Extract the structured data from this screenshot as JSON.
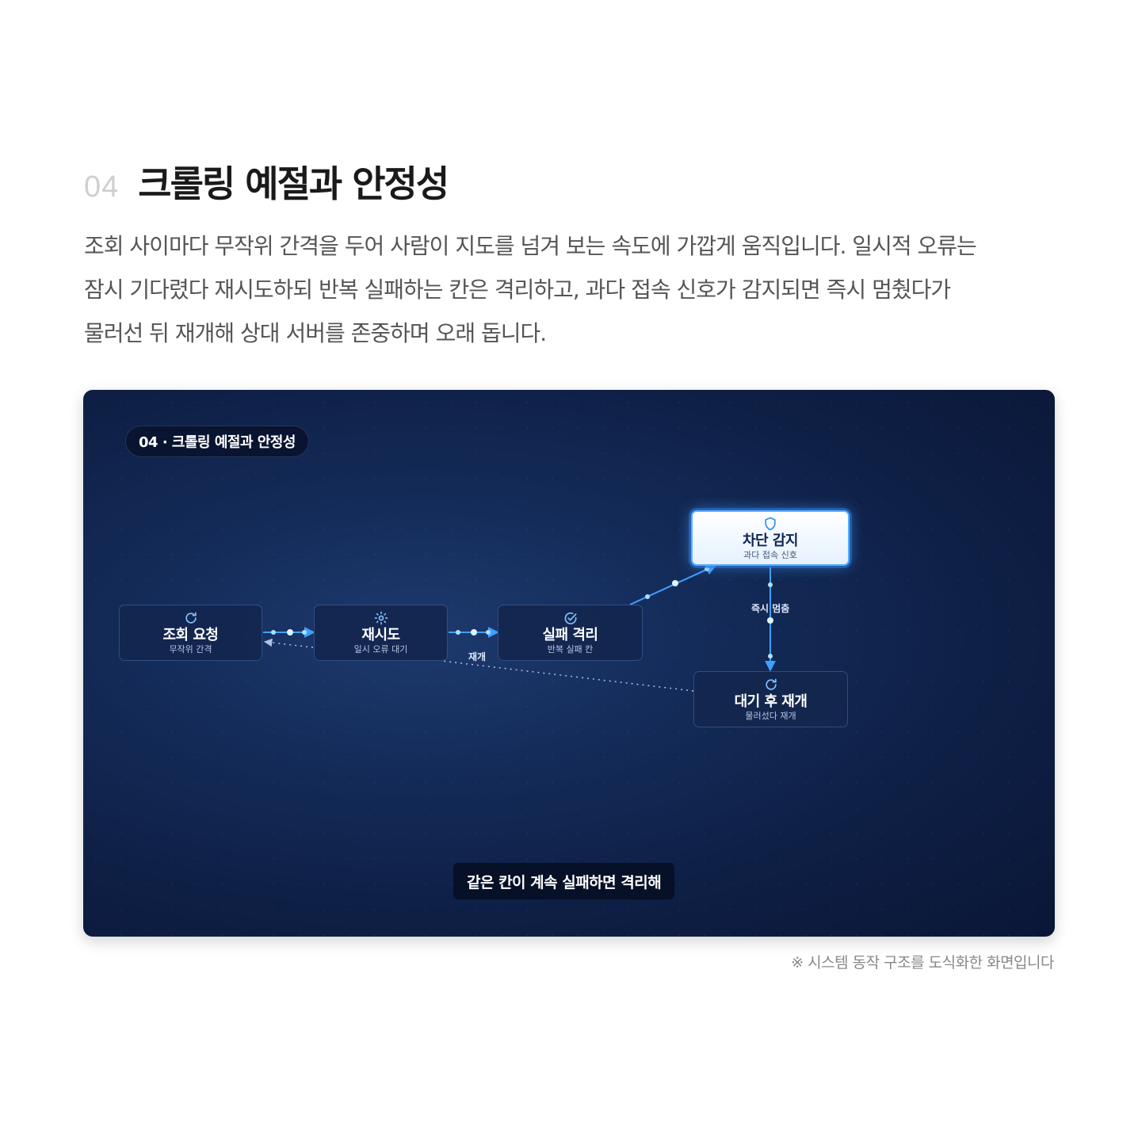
{
  "section": {
    "number": "04",
    "title": "크롤링 예절과 안정성"
  },
  "description": [
    "조회 사이마다 무작위 간격을 두어 사람이 지도를 넘겨 보는 속도에 가깝게 움직입니다. 일시적 오류는",
    "잠시 기다렸다 재시도하되 반복 실패하는 칸은 격리하고, 과다 접속 신호가 감지되면 즉시 멈췄다가",
    "물러선 뒤 재개해 상대 서버를 존중하며 오래 돕니다."
  ],
  "diagram": {
    "badge": "04 · 크롤링 예절과 안정성",
    "nodes": {
      "request": {
        "title": "조회 요청",
        "sub": "무작위 간격",
        "icon": "refresh-icon"
      },
      "retry": {
        "title": "재시도",
        "sub": "일시 오류 대기",
        "icon": "gear-icon"
      },
      "isolate": {
        "title": "실패 격리",
        "sub": "반복 실패 칸",
        "icon": "check-circle-icon"
      },
      "block": {
        "title": "차단 감지",
        "sub": "과다 접속 신호",
        "icon": "shield-icon"
      },
      "resume": {
        "title": "대기 후 재개",
        "sub": "물러섰다 재개",
        "icon": "refresh-icon"
      }
    },
    "edge_labels": {
      "resume_back": "재개",
      "immediate_stop": "즉시 멈춤"
    },
    "caption": "같은 칸이 계속 실패하면 격리해",
    "colors": {
      "edge": "#3fa0ff",
      "node_active_border": "#5ab1ff",
      "panel_bg": "#13295a"
    }
  },
  "footnote": "※ 시스템 동작 구조를 도식화한 화면입니다"
}
